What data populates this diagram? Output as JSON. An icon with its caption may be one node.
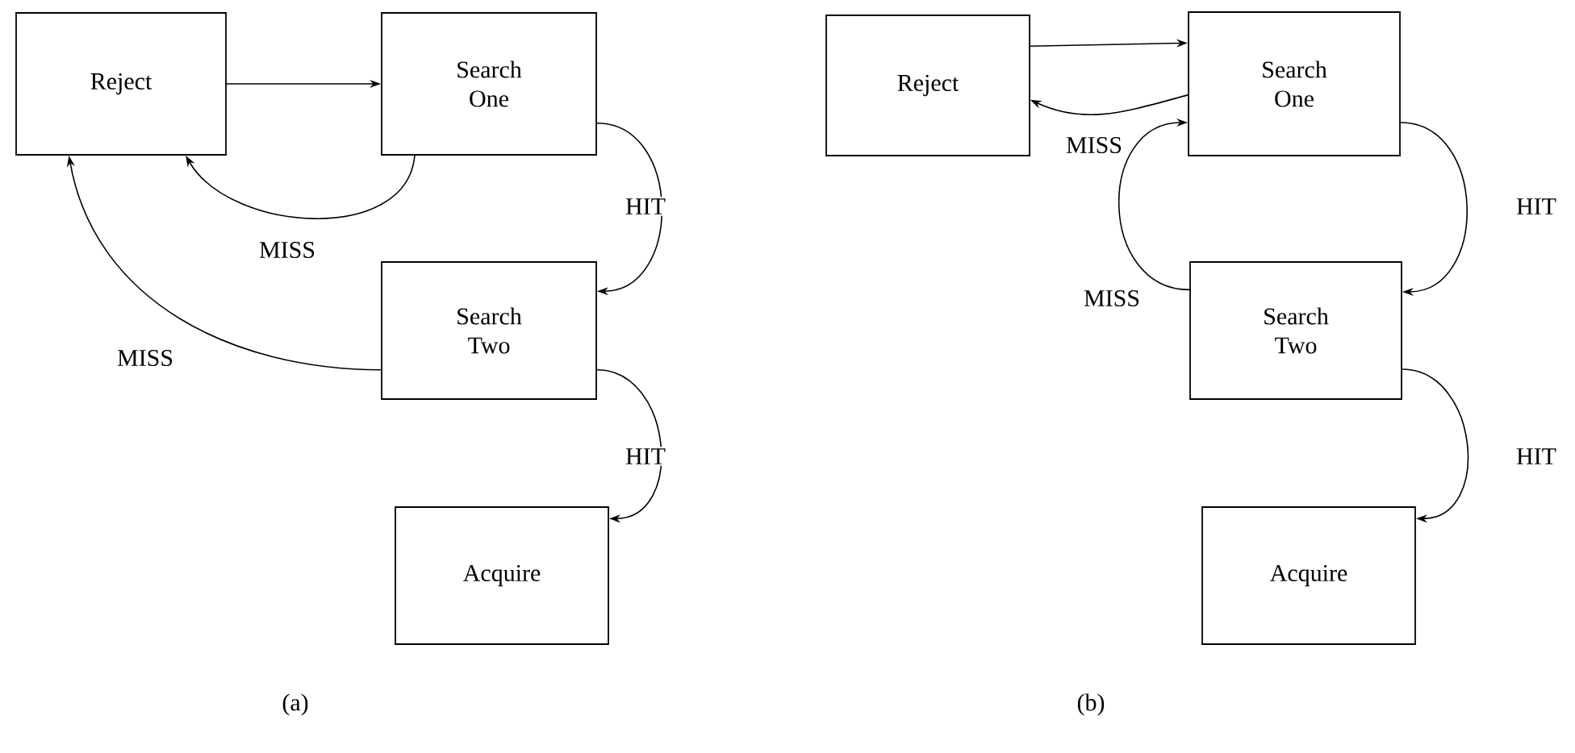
{
  "diagram": {
    "nodes": [
      {
        "text": [
          "Reject"
        ]
      },
      {
        "text": [
          "Search One"
        ]
      },
      {
        "text": [
          "Search Two"
        ]
      },
      {
        "text": [
          "Acquire"
        ]
      },
      {
        "text": [
          "Reject"
        ]
      },
      {
        "text": [
          "Search One"
        ]
      },
      {
        "text": [
          "Search Two"
        ]
      },
      {
        "text": [
          "Acquire"
        ]
      }
    ],
    "edges": [
      {
        "from": 0,
        "to": 1,
        "arrow": "to"
      },
      {
        "from": 1,
        "to": 0,
        "arrow": "to",
        "label": "MISS"
      },
      {
        "from": 1,
        "to": 2,
        "arrow": "to",
        "label": "HIT"
      },
      {
        "from": 2,
        "to": 0,
        "arrow": "to",
        "label": "MISS"
      },
      {
        "from": 2,
        "to": 3,
        "arrow": "to",
        "label": "HIT"
      },
      {
        "from": 4,
        "to": 5,
        "arrow": "to"
      },
      {
        "from": 5,
        "to": 4,
        "arrow": "to",
        "label": "MISS"
      },
      {
        "from": 5,
        "to": 6,
        "arrow": "to",
        "label": "HIT"
      },
      {
        "from": 6,
        "to": 5,
        "arrow": "to",
        "label": "MISS"
      },
      {
        "from": 6,
        "to": 7,
        "arrow": "to",
        "label": "HIT"
      }
    ],
    "labels": [
      "(a)",
      "(b)"
    ]
  }
}
